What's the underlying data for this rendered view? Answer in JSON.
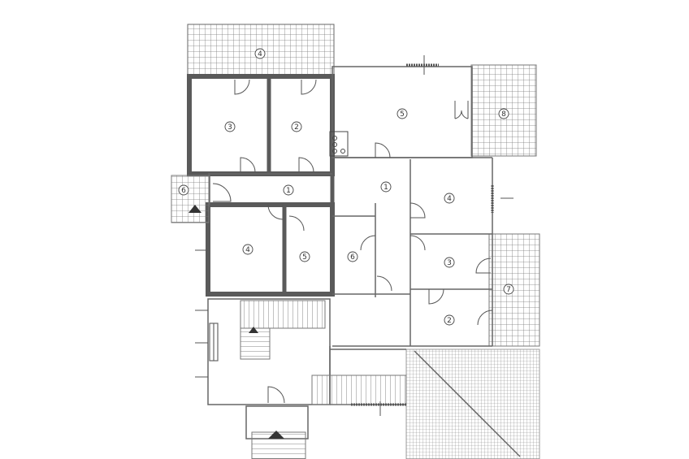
{
  "plan": {
    "colors": {
      "wall": "#5a5a5a",
      "thin": "#666666",
      "hatch": "#8a8a8a",
      "background": "#ffffff"
    },
    "rooms": [
      {
        "id": "terrace-top",
        "label": "4"
      },
      {
        "id": "left-room-3",
        "label": "3"
      },
      {
        "id": "left-room-2",
        "label": "2"
      },
      {
        "id": "hall-1",
        "label": "1"
      },
      {
        "id": "porch-6",
        "label": "6"
      },
      {
        "id": "room-4-left",
        "label": "4"
      },
      {
        "id": "room-5-left",
        "label": "5"
      },
      {
        "id": "large-room-5",
        "label": "5"
      },
      {
        "id": "terrace-8",
        "label": "8"
      },
      {
        "id": "corridor-1",
        "label": "1"
      },
      {
        "id": "room-4-right",
        "label": "4"
      },
      {
        "id": "room-6",
        "label": "6"
      },
      {
        "id": "room-3-right",
        "label": "3"
      },
      {
        "id": "terrace-7",
        "label": "7"
      },
      {
        "id": "room-2-right",
        "label": "2"
      }
    ]
  }
}
